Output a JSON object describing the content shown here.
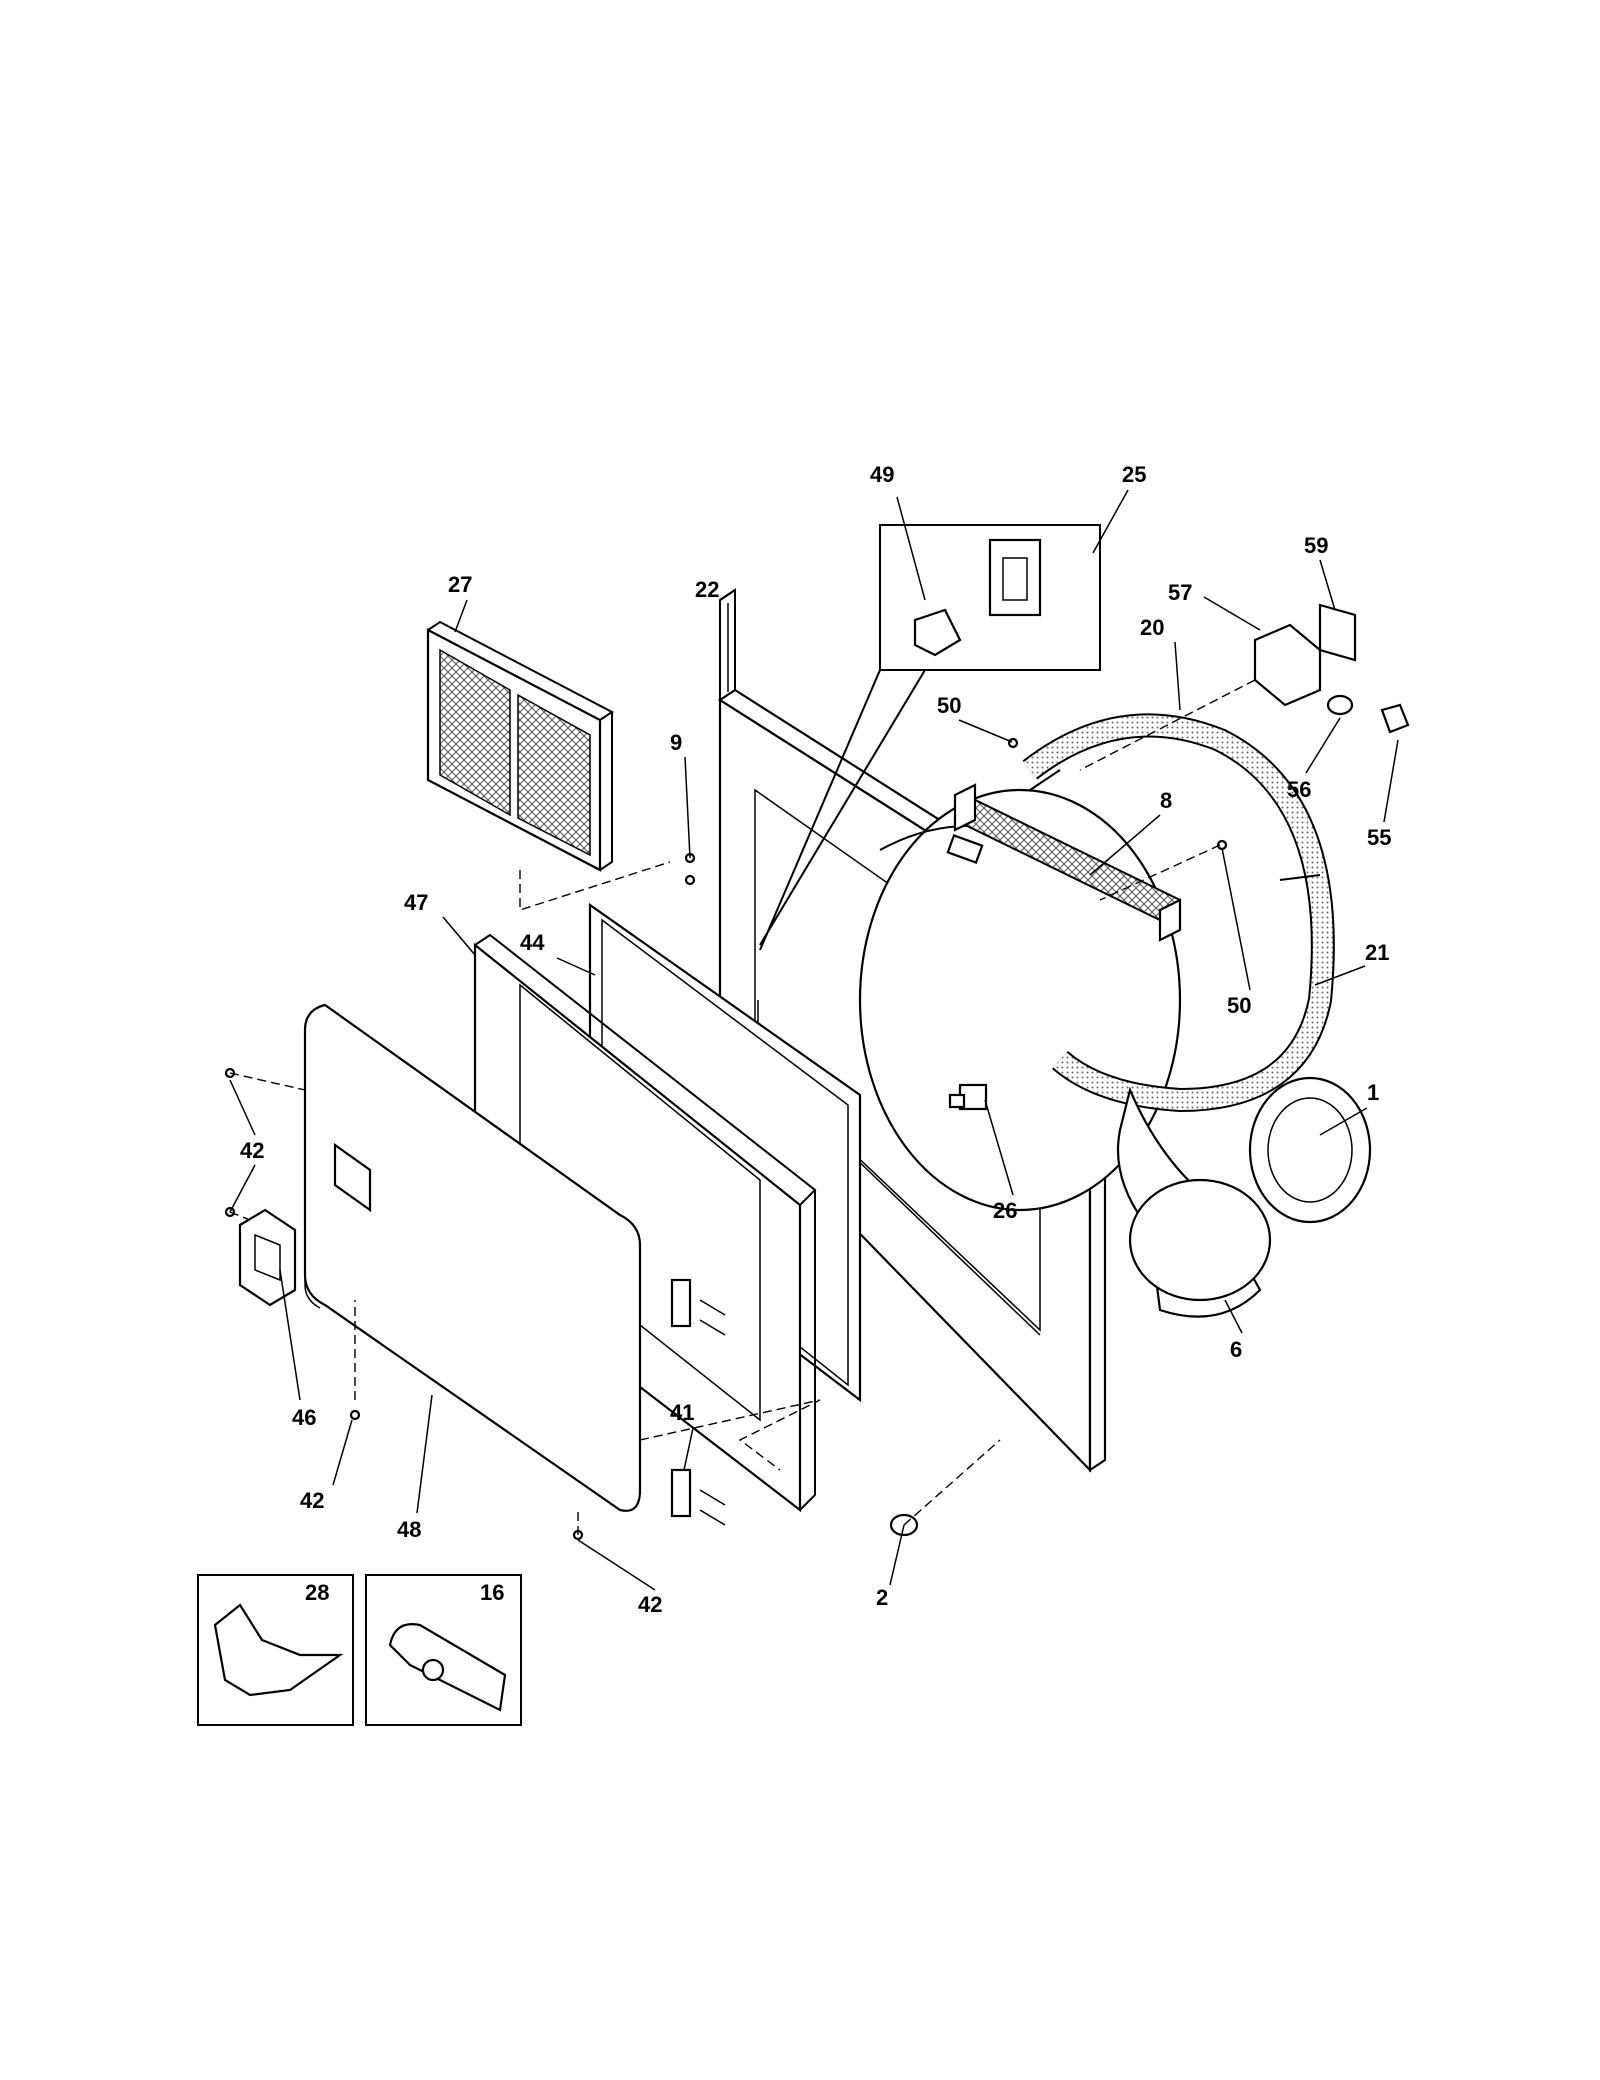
{
  "parts": [
    {
      "id": "p1",
      "label": "1"
    },
    {
      "id": "p2",
      "label": "2"
    },
    {
      "id": "p6",
      "label": "6"
    },
    {
      "id": "p8",
      "label": "8"
    },
    {
      "id": "p9",
      "label": "9"
    },
    {
      "id": "p16",
      "label": "16"
    },
    {
      "id": "p20",
      "label": "20"
    },
    {
      "id": "p21",
      "label": "21"
    },
    {
      "id": "p22",
      "label": "22"
    },
    {
      "id": "p25",
      "label": "25"
    },
    {
      "id": "p26",
      "label": "26"
    },
    {
      "id": "p27",
      "label": "27"
    },
    {
      "id": "p28",
      "label": "28"
    },
    {
      "id": "p41",
      "label": "41"
    },
    {
      "id": "p42a",
      "label": "42"
    },
    {
      "id": "p42b",
      "label": "42"
    },
    {
      "id": "p42c",
      "label": "42"
    },
    {
      "id": "p44",
      "label": "44"
    },
    {
      "id": "p46",
      "label": "46"
    },
    {
      "id": "p47",
      "label": "47"
    },
    {
      "id": "p48",
      "label": "48"
    },
    {
      "id": "p49",
      "label": "49"
    },
    {
      "id": "p50a",
      "label": "50"
    },
    {
      "id": "p50b",
      "label": "50"
    },
    {
      "id": "p55",
      "label": "55"
    },
    {
      "id": "p56",
      "label": "56"
    },
    {
      "id": "p57",
      "label": "57"
    },
    {
      "id": "p59",
      "label": "59"
    }
  ],
  "colors": {
    "ink": "#000000",
    "paper": "#ffffff",
    "shade": "#bbbbbb"
  }
}
